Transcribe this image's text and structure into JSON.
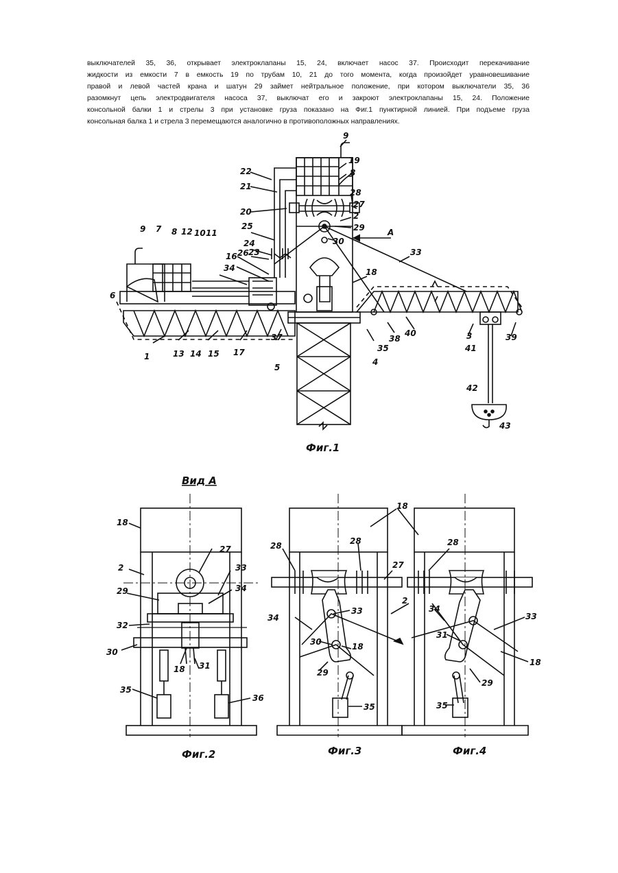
{
  "paragraph": [
    "выключателей 35, 36, открывает электроклапаны 15, 24, включает насос 37. Происходит перекачивание",
    "жидкости из емкости 7 в емкость 19 по трубам 10, 21 до того момента, когда произойдет уравновешивание",
    "правой и левой частей крана и шатун 29 займет нейтральное положение, при котором выключатели 35, 36",
    "разомкнут цепь электродвигателя насоса 37, выключат его и закроют электроклапаны 15, 24. Положение",
    "консольной балки 1 и стрелы 3 при установке груза показано на Фиг.1 пунктирной линией. При подъеме груза",
    "консольная балка 1 и стрела 3 перемещаются аналогично в противоположных направлениях."
  ],
  "fig1": {
    "caption": "Фиг.1",
    "view_arrow": "А",
    "labels": [
      "9",
      "19",
      "8",
      "22",
      "21",
      "28",
      "27",
      "20",
      "2",
      "29",
      "25",
      "30",
      "24",
      "26",
      "23",
      "16",
      "34",
      "33",
      "9",
      "7",
      "8",
      "12",
      "10",
      "11",
      "6",
      "18",
      "1",
      "13",
      "14",
      "15",
      "17",
      "37",
      "35",
      "4",
      "38",
      "40",
      "3",
      "39",
      "41",
      "5",
      "42",
      "43"
    ]
  },
  "fig2": {
    "view_title": "Вид А",
    "caption": "Фиг.2",
    "labels": [
      "18",
      "27",
      "2",
      "33",
      "29",
      "34",
      "32",
      "30",
      "18",
      "31",
      "35",
      "36"
    ]
  },
  "fig3": {
    "caption": "Фиг.3",
    "labels": [
      "18",
      "28",
      "28",
      "27",
      "34",
      "33",
      "2",
      "30",
      "18",
      "29",
      "35"
    ]
  },
  "fig4": {
    "caption": "Фиг.4",
    "labels": [
      "28",
      "34",
      "33",
      "31",
      "18",
      "29",
      "35"
    ]
  }
}
